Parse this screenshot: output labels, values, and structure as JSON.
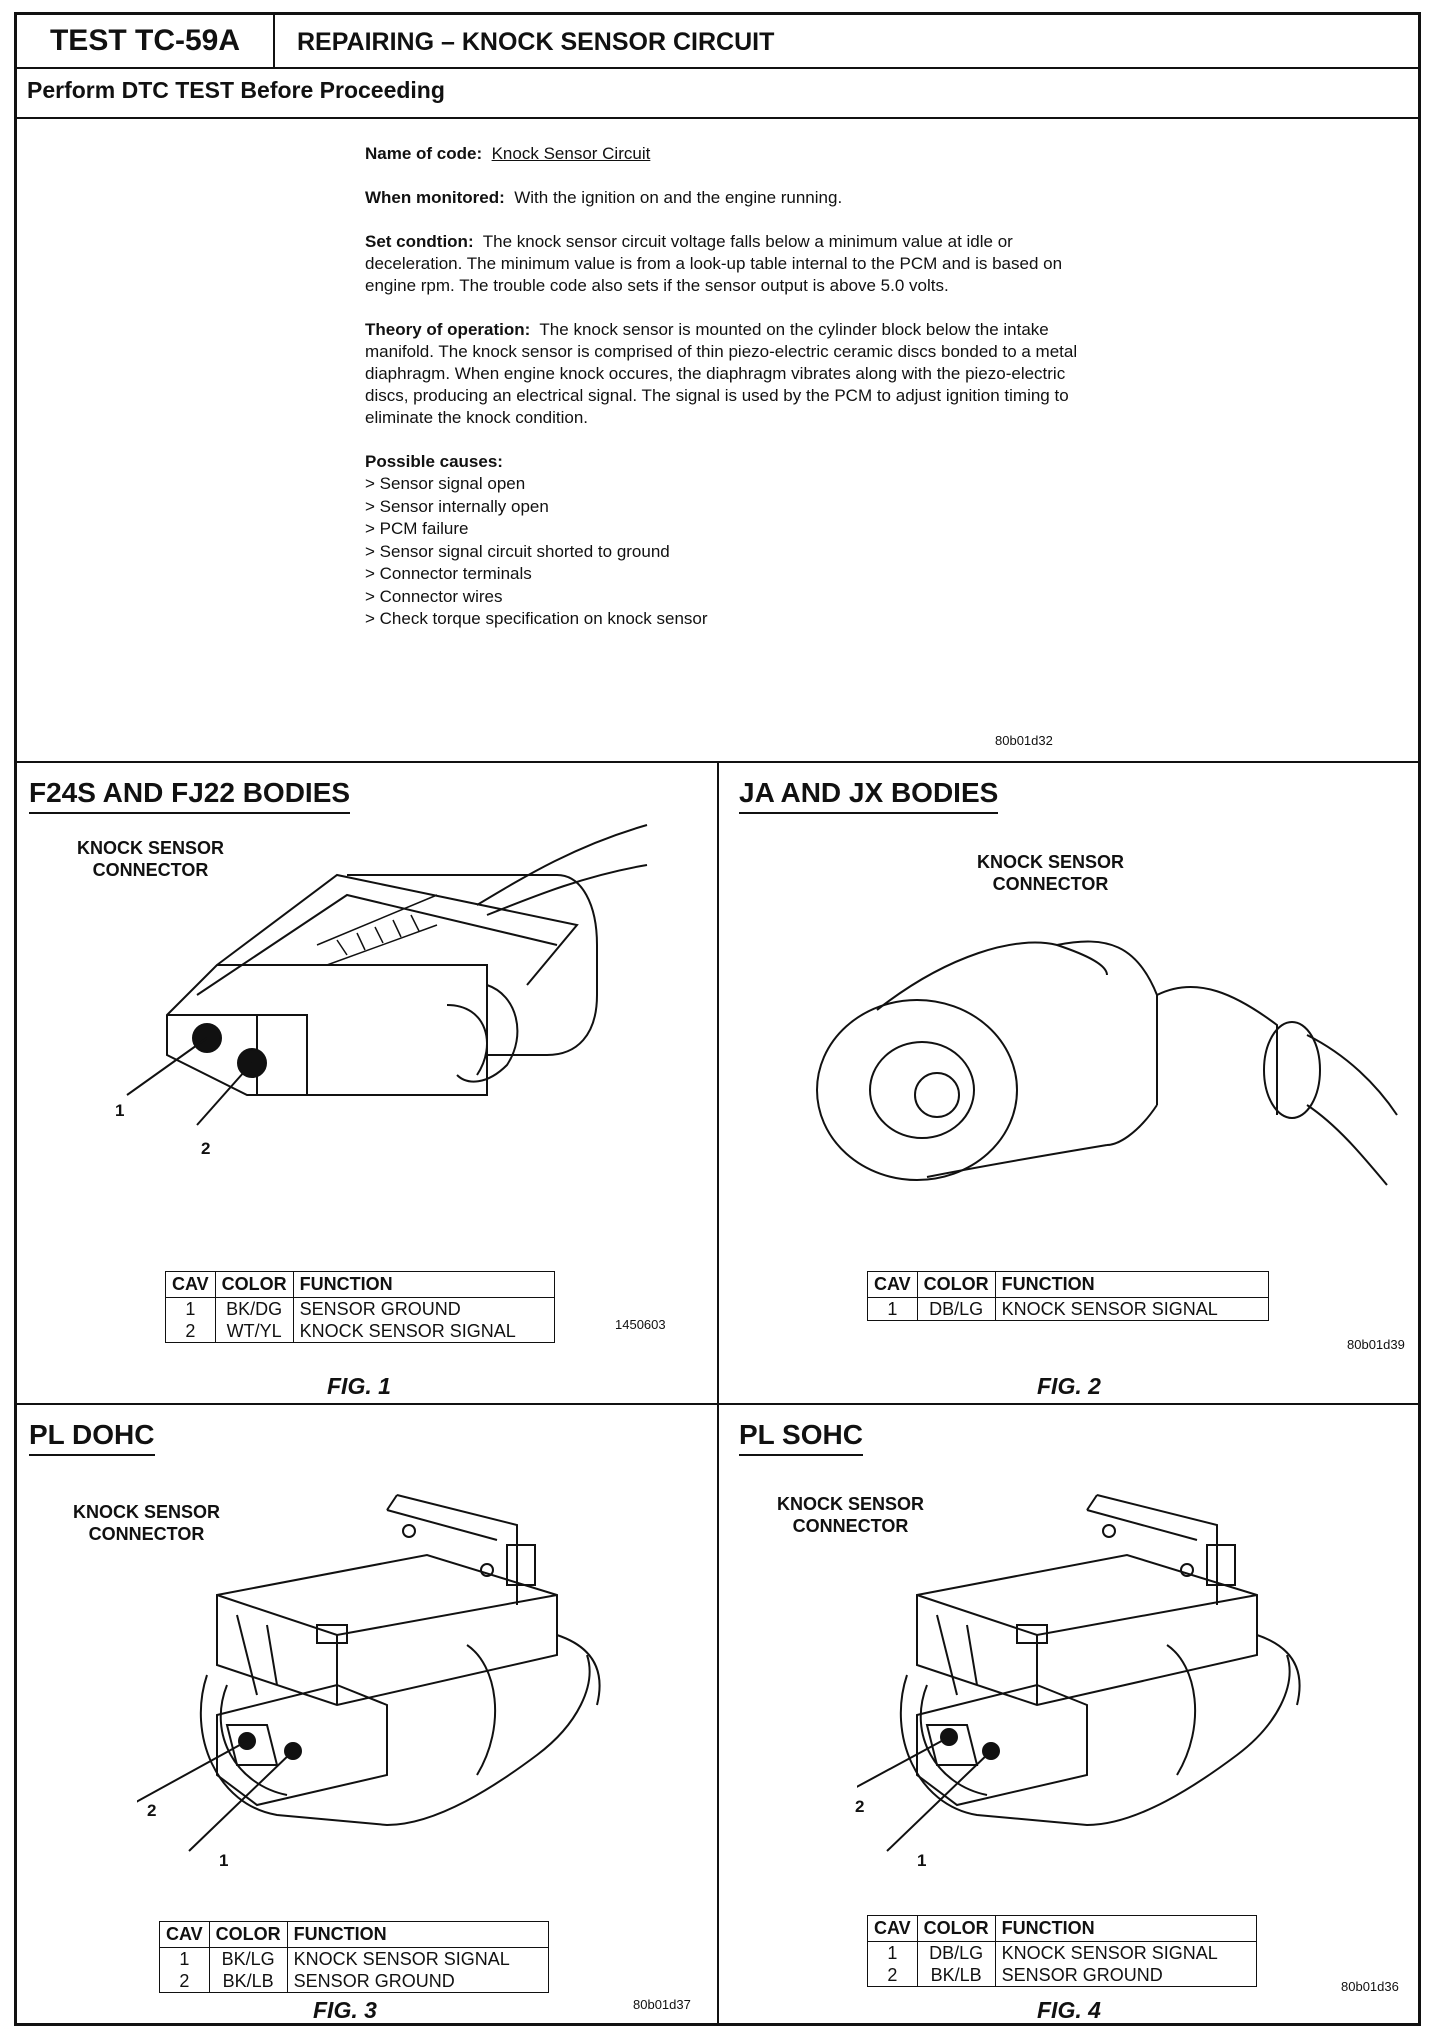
{
  "header": {
    "test_id": "TEST TC-59A",
    "title": "REPAIRING – KNOCK SENSOR CIRCUIT",
    "perform": "Perform DTC TEST Before Proceeding"
  },
  "info": {
    "name_label": "Name of code:",
    "name_value": "Knock Sensor Circuit",
    "monitored_label": "When monitored:",
    "monitored_value": "With the ignition on and the engine running.",
    "set_label": "Set condtion:",
    "set_value": "The knock sensor circuit voltage falls below a minimum value at idle or deceleration.  The minimum value is from a look-up table internal to the PCM and is based on engine rpm.  The trouble code also sets if the sensor output is above 5.0 volts.",
    "theory_label": "Theory of operation:",
    "theory_value": "The knock sensor is mounted on the cylinder block below the intake manifold.  The knock sensor is comprised of thin piezo-electric ceramic discs bonded to a metal diaphragm.  When engine knock occures, the diaphragm vibrates along with the piezo-electric discs, producing an electrical signal.  The signal is used by the PCM to adjust ignition timing to eliminate the knock condition.",
    "causes_label": "Possible causes:",
    "causes": [
      "> Sensor signal open",
      "> Sensor internally open",
      "> PCM failure",
      "> Sensor signal circuit shorted to ground",
      "> Connector terminals",
      "> Connector wires",
      "> Check torque specification on knock sensor"
    ],
    "ref": "80b01d32"
  },
  "connector_label_l1": "KNOCK SENSOR",
  "connector_label_l2": "CONNECTOR",
  "table_headers": {
    "cav": "CAV",
    "color": "COLOR",
    "function": "FUNCTION"
  },
  "panels": {
    "p1": {
      "title": "F24S AND FJ22 BODIES",
      "fig": "FIG. 1",
      "ref": "1450603",
      "pin_a": "1",
      "pin_b": "2",
      "rows": [
        {
          "cav": "1",
          "color": "BK/DG",
          "function": "SENSOR GROUND"
        },
        {
          "cav": "2",
          "color": "WT/YL",
          "function": "KNOCK SENSOR SIGNAL"
        }
      ]
    },
    "p2": {
      "title": "JA AND JX BODIES",
      "fig": "FIG. 2",
      "ref": "80b01d39",
      "rows": [
        {
          "cav": "1",
          "color": "DB/LG",
          "function": "KNOCK SENSOR SIGNAL"
        }
      ]
    },
    "p3": {
      "title": "PL DOHC",
      "fig": "FIG. 3",
      "ref": "80b01d37",
      "pin_a": "2",
      "pin_b": "1",
      "rows": [
        {
          "cav": "1",
          "color": "BK/LG",
          "function": "KNOCK SENSOR SIGNAL"
        },
        {
          "cav": "2",
          "color": "BK/LB",
          "function": "SENSOR GROUND"
        }
      ]
    },
    "p4": {
      "title": "PL SOHC",
      "fig": "FIG. 4",
      "ref": "80b01d36",
      "pin_a": "2",
      "pin_b": "1",
      "rows": [
        {
          "cav": "1",
          "color": "DB/LG",
          "function": "KNOCK SENSOR SIGNAL"
        },
        {
          "cav": "2",
          "color": "BK/LB",
          "function": "SENSOR GROUND"
        }
      ]
    }
  }
}
